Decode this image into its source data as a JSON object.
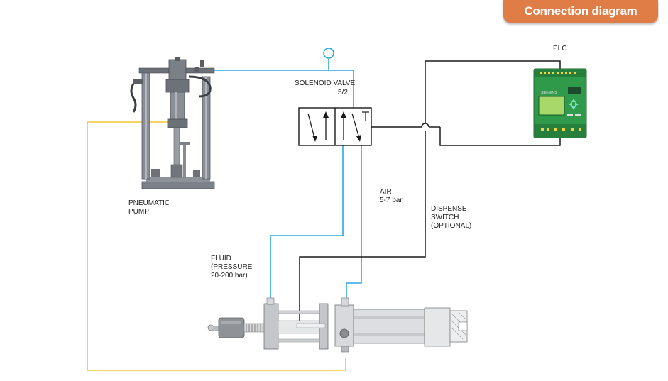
{
  "header": {
    "title": "Connection diagram"
  },
  "labels": {
    "plc": "PLC",
    "solenoid_valve_line1": "SOLENOID VALVE",
    "solenoid_valve_line2": "5/2",
    "pneumatic_pump_line1": "PNEUMATIC",
    "pneumatic_pump_line2": "PUMP",
    "air_line1": "AIR",
    "air_line2": "5-7 bar",
    "dispense_switch_line1": "DISPENSE",
    "dispense_switch_line2": "SWITCH",
    "dispense_switch_line3": "(OPTIONAL)",
    "fluid_line1": "FLUID",
    "fluid_line2": "(PRESSURE",
    "fluid_line3": "20-200 bar)",
    "plc_brand": "SIEMENS"
  },
  "colors": {
    "accent": "#e07c45",
    "air_line": "#29a8e0",
    "fluid_line": "#f2c832",
    "signal_line": "#1a1a1a",
    "plc_body": "#2e9a4a"
  },
  "icons": {
    "pump": "pneumatic-pump-image",
    "plc": "plc-module-image",
    "valve": "solenoid-valve-symbol",
    "doser": "dispensing-cylinder-image"
  }
}
